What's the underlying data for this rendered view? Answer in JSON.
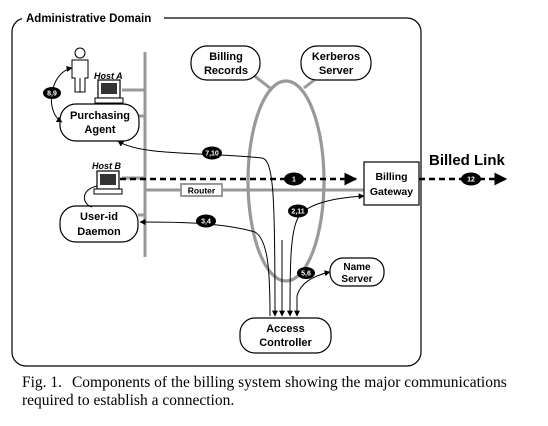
{
  "domain_title": "Administrative Domain",
  "nodes": {
    "billing_records": [
      "Billing",
      "Records"
    ],
    "kerberos_server": [
      "Kerberos",
      "Server"
    ],
    "host_a": "Host A",
    "host_b": "Host B",
    "purchasing_agent": [
      "Purchasing",
      "Agent"
    ],
    "userid_daemon": [
      "User-id",
      "Daemon"
    ],
    "router": "Router",
    "billing_gateway": [
      "Billing",
      "Gateway"
    ],
    "name_server": [
      "Name",
      "Server"
    ],
    "access_controller": [
      "Access",
      "Controller"
    ]
  },
  "billed_link_label": "Billed Link",
  "message_badges": {
    "m89": "8,9",
    "m710": "7,10",
    "m1": "1",
    "m211": "2,11",
    "m34": "3,4",
    "m56": "5,6",
    "m12": "12"
  },
  "caption": {
    "number": "Fig. 1.",
    "text": "Components of the billing system showing the major communications required to establish a connection."
  }
}
